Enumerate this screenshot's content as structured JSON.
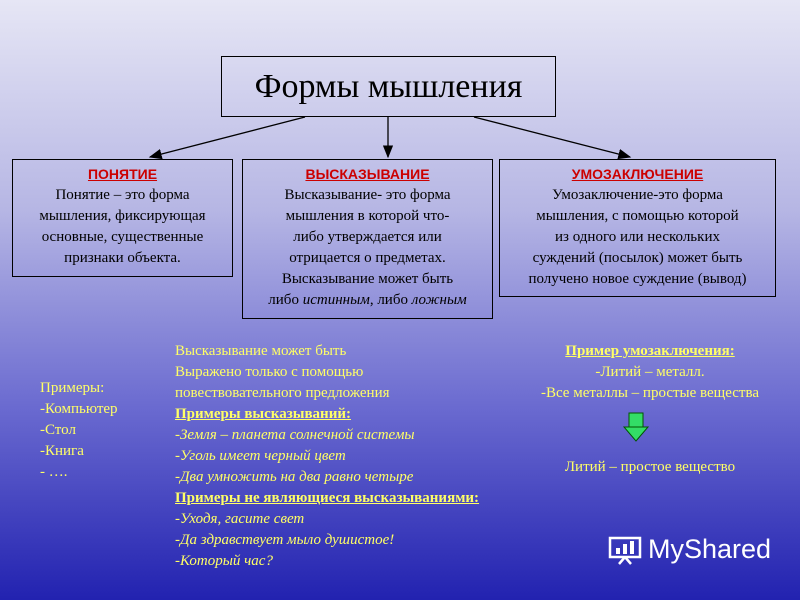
{
  "title": "Формы мышления",
  "concepts": [
    {
      "heading": "ПОНЯТИЕ",
      "lines": [
        "Понятие – это форма",
        "мышления, фиксирующая",
        "основные, существенные",
        "признаки объекта."
      ]
    },
    {
      "heading": "ВЫСКАЗЫВАНИЕ",
      "lines": [
        "Высказывание- это форма",
        "мышления в которой что-",
        "либо утверждается или",
        "отрицается о предметах.",
        "Высказывание может быть"
      ],
      "last_line_prefix": "либо ",
      "last_line_true": "истинным",
      "last_line_mid": ", либо ",
      "last_line_false": "ложным"
    },
    {
      "heading": "УМОЗАКЛЮЧЕНИЕ",
      "lines": [
        "Умозаключение-это форма",
        "мышления, с помощью которой",
        "из одного или нескольких",
        "суждений (посылок) может быть",
        "получено новое суждение (вывод)"
      ]
    }
  ],
  "concept_examples": {
    "label": "Примеры:",
    "items": [
      "-Компьютер",
      "-Стол",
      "-Книга",
      "- …."
    ]
  },
  "statement_notes": {
    "intro": [
      "Высказывание может быть",
      "Выражено только с помощью",
      "повествовательного предложения"
    ],
    "examples_heading": "Примеры высказываний:",
    "examples": [
      "-Земля – планета солнечной системы",
      "-Уголь имеет черный цвет",
      "-Два умножить на два равно четыре"
    ],
    "non_examples_heading": "Примеры не являющиеся высказываниями:",
    "non_examples": [
      "-Уходя, гасите свет",
      "-Да здравствует мыло душистое!",
      "-Который час?"
    ]
  },
  "inference_example": {
    "heading": "Пример умозаключения:",
    "premises": [
      "-Литий – металл.",
      "-Все металлы – простые вещества"
    ],
    "conclusion": "Литий – простое вещество"
  },
  "watermark": "MyShared",
  "colors": {
    "heading_red": "#cc0000",
    "note_yellow": "#ffff66",
    "arrow_green": "#33dd66"
  }
}
